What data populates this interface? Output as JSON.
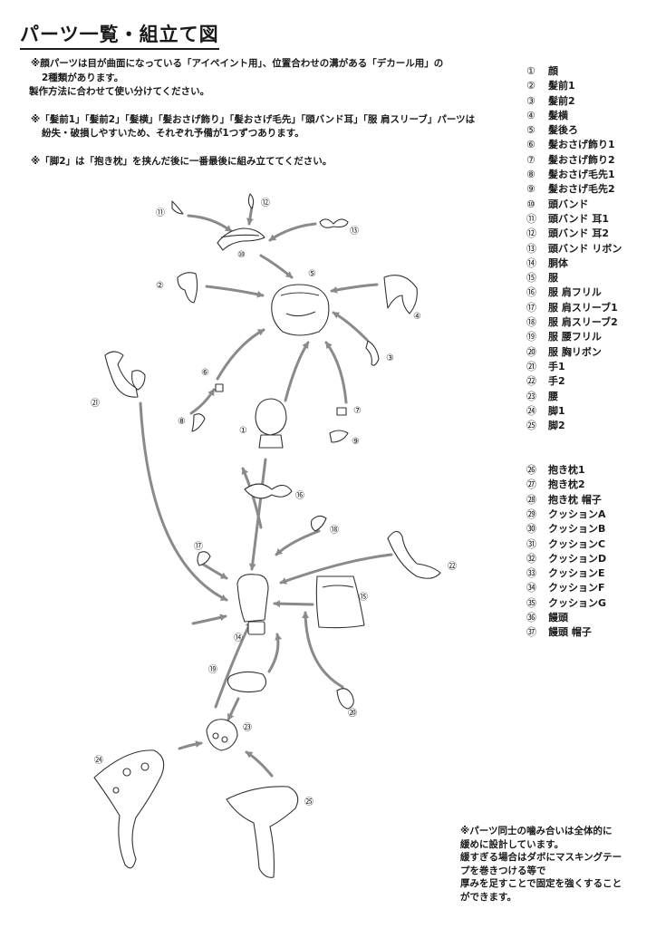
{
  "title": "パーツ一覧・組立て図",
  "notes": {
    "n1a": "※顔パーツは目が曲面になっている「アイペイント用」、位置合わせの溝がある「デカール用」の",
    "n1b": "2種類があります。",
    "n1c": "製作方法に合わせて使い分けてください。",
    "n2a": "※「髪前1」「髪前2」「髪横」「髪おさげ飾り」「髪おさげ毛先」「頭バンド耳」「服 肩スリーブ」パーツは",
    "n2b": "紛失・破損しやすいため、それぞれ予備が1つずつあります。",
    "n3": "※「脚2」は「抱き枕」を挟んだ後に一番最後に組み立ててください。"
  },
  "parts": [
    {
      "num": "①",
      "name": "顔"
    },
    {
      "num": "②",
      "name": "髪前1"
    },
    {
      "num": "③",
      "name": "髪前2"
    },
    {
      "num": "④",
      "name": "髪横"
    },
    {
      "num": "⑤",
      "name": "髪後ろ"
    },
    {
      "num": "⑥",
      "name": "髪おさげ飾り1"
    },
    {
      "num": "⑦",
      "name": "髪おさげ飾り2"
    },
    {
      "num": "⑧",
      "name": "髪おさげ毛先1"
    },
    {
      "num": "⑨",
      "name": "髪おさげ毛先2"
    },
    {
      "num": "⑩",
      "name": "頭バンド"
    },
    {
      "num": "⑪",
      "name": "頭バンド 耳1"
    },
    {
      "num": "⑫",
      "name": "頭バンド 耳2"
    },
    {
      "num": "⑬",
      "name": "頭バンド リボン"
    },
    {
      "num": "⑭",
      "name": "胴体"
    },
    {
      "num": "⑮",
      "name": "服"
    },
    {
      "num": "⑯",
      "name": "服 肩フリル"
    },
    {
      "num": "⑰",
      "name": "服 肩スリーブ1"
    },
    {
      "num": "⑱",
      "name": "服 肩スリーブ2"
    },
    {
      "num": "⑲",
      "name": "服 腰フリル"
    },
    {
      "num": "⑳",
      "name": "服 胸リボン"
    },
    {
      "num": "㉑",
      "name": "手1"
    },
    {
      "num": "㉒",
      "name": "手2"
    },
    {
      "num": "㉓",
      "name": "腰"
    },
    {
      "num": "㉔",
      "name": "脚1"
    },
    {
      "num": "㉕",
      "name": "脚2"
    }
  ],
  "parts2": [
    {
      "num": "㉖",
      "name": "抱き枕1"
    },
    {
      "num": "㉗",
      "name": "抱き枕2"
    },
    {
      "num": "㉘",
      "name": "抱き枕 帽子"
    },
    {
      "num": "㉙",
      "name": "クッションA"
    },
    {
      "num": "㉚",
      "name": "クッションB"
    },
    {
      "num": "㉛",
      "name": "クッションC"
    },
    {
      "num": "㉜",
      "name": "クッションD"
    },
    {
      "num": "㉝",
      "name": "クッションE"
    },
    {
      "num": "㉞",
      "name": "クッションF"
    },
    {
      "num": "㉟",
      "name": "クッションG"
    },
    {
      "num": "㊱",
      "name": "饅頭"
    },
    {
      "num": "㊲",
      "name": "饅頭 帽子"
    }
  ],
  "footer": {
    "l1": "※パーツ同士の噛み合いは全体的に",
    "l2": "緩めに設計しています。",
    "l3": "緩すぎる場合はダボにマスキングテー",
    "l4": "プを巻きつける等で",
    "l5": "厚みを足すことで固定を強くすること",
    "l6": "ができます。"
  },
  "diagram_labels": {
    "c1": "①",
    "c2": "②",
    "c3": "③",
    "c4": "④",
    "c5": "⑤",
    "c6": "⑥",
    "c7": "⑦",
    "c8": "⑧",
    "c9": "⑨",
    "c10": "⑩",
    "c11": "⑪",
    "c12": "⑫",
    "c13": "⑬",
    "c14": "⑭",
    "c15": "⑮",
    "c16": "⑯",
    "c17": "⑰",
    "c18": "⑱",
    "c19": "⑲",
    "c20": "⑳",
    "c21": "㉑",
    "c22": "㉒",
    "c23": "㉓",
    "c24": "㉔",
    "c25": "㉕"
  },
  "colors": {
    "arrow": "#8a8a8a",
    "line": "#333333"
  }
}
